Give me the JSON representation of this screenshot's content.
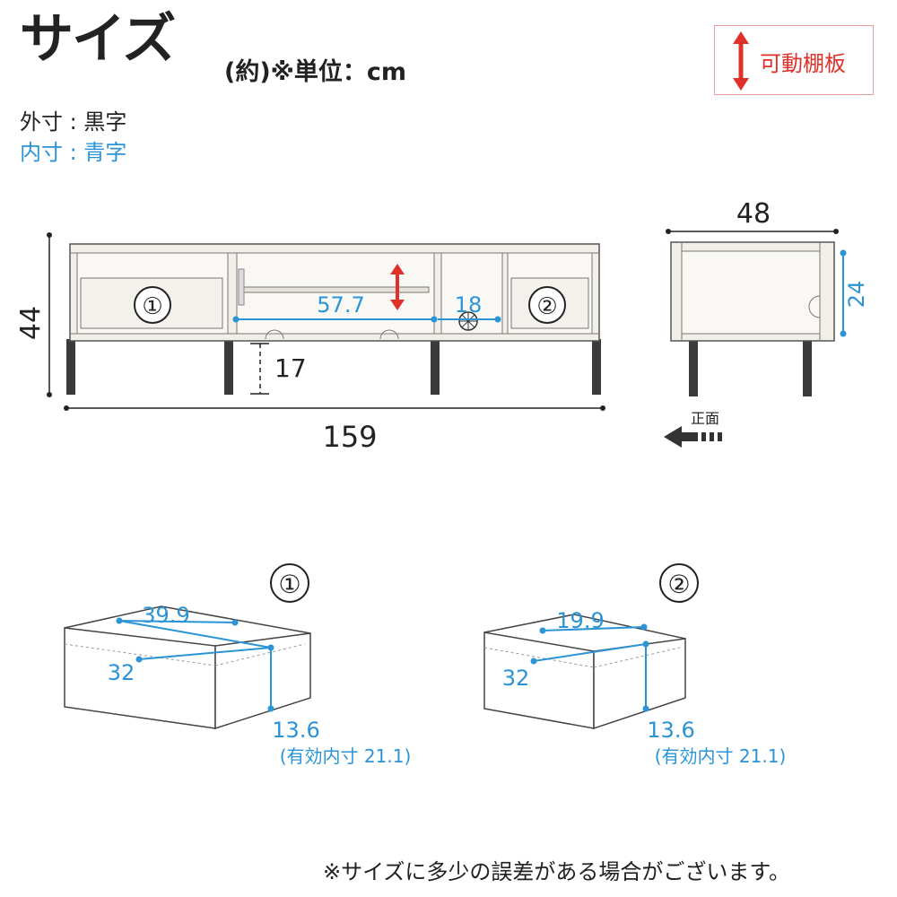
{
  "header": {
    "title": "サイズ",
    "unit_note": "(約)※単位：cm",
    "legend_outer": "外寸 : 黒字",
    "legend_inner": "内寸 : 青字",
    "movable_shelf": "可動棚板"
  },
  "front_view": {
    "height": "44",
    "width": "159",
    "leg_height": "17",
    "inner_shelf_width": "57.7",
    "inner_side_width": "18",
    "drawer_left_mark": "①",
    "drawer_right_mark": "②"
  },
  "side_view": {
    "depth": "48",
    "inner_height": "24",
    "front_label": "正面"
  },
  "drawer1": {
    "mark": "①",
    "width": "39.9",
    "depth": "32",
    "height": "13.6",
    "effective_note": "(有効内寸 21.1)"
  },
  "drawer2": {
    "mark": "②",
    "width": "19.9",
    "depth": "32",
    "height": "13.6",
    "effective_note": "(有効内寸 21.1)"
  },
  "footnote": "※サイズに多少の誤差がある場合がございます。",
  "colors": {
    "outer_dim": "#222222",
    "inner_dim": "#2a94d6",
    "movable_accent": "#e0302a",
    "cabinet_fill": "#f2efe9",
    "leg": "#3a3a3a"
  }
}
